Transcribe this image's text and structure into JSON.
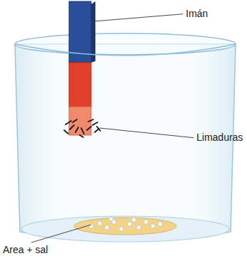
{
  "diagram": {
    "labels": [
      "Imán",
      "Limaduras",
      "Area + sal"
    ]
  }
}
